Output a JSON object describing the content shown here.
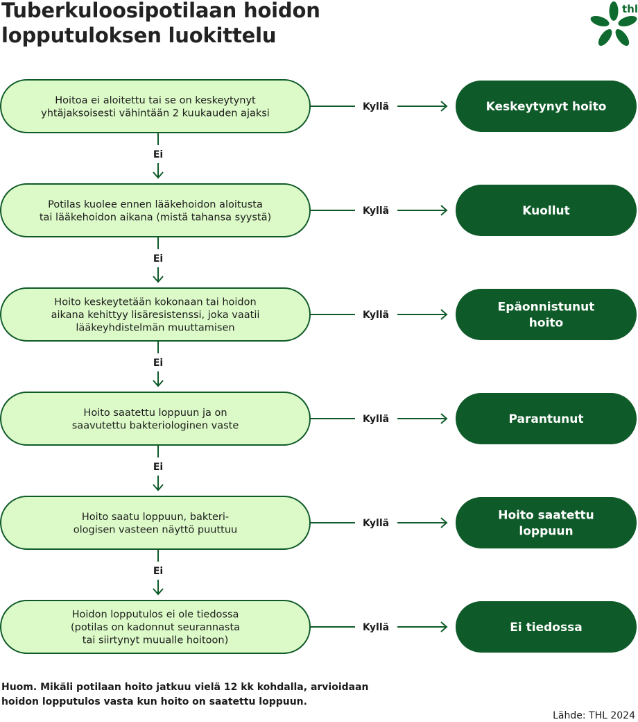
{
  "title_lines": [
    "Tuberkuloosipotilaan hoidon",
    "lopputuloksen luokittelu"
  ],
  "logo": {
    "text": "thl",
    "icon": "thl-leaf-logo-icon"
  },
  "colors": {
    "condition_fill": "#dcfac8",
    "condition_stroke": "#0e5a28",
    "outcome_fill": "#0e5a28",
    "arrow": "#0e5a28"
  },
  "yes_label": "Kyllä",
  "no_label": "Ei",
  "steps": [
    {
      "condition": [
        "Hoitoa ei aloitettu tai se on keskeytynyt",
        "yhtäjaksoisesti vähintään 2 kuukauden ajaksi"
      ],
      "outcome": [
        "Keskeytynyt hoito"
      ]
    },
    {
      "condition": [
        "Potilas kuolee ennen lääkehoidon aloitusta",
        "tai lääkehoidon aikana (mistä tahansa syystä)"
      ],
      "outcome": [
        "Kuollut"
      ]
    },
    {
      "condition": [
        "Hoito keskeytetään kokonaan tai hoidon",
        "aikana kehittyy lisäresistenssi, joka vaatii",
        "lääkeyhdistelmän muuttamisen"
      ],
      "outcome": [
        "Epäonnistunut",
        "hoito"
      ]
    },
    {
      "condition": [
        "Hoito saatettu loppuun ja on",
        "saavutettu bakteriologinen vaste"
      ],
      "outcome": [
        "Parantunut"
      ]
    },
    {
      "condition": [
        "Hoito saatu loppuun, bakteri-",
        "ologisen vasteen näyttö puuttuu"
      ],
      "outcome": [
        "Hoito saatettu",
        "loppuun"
      ]
    },
    {
      "condition": [
        "Hoidon lopputulos ei ole tiedossa",
        "(potilas on kadonnut seurannasta",
        "tai siirtynyt muualle hoitoon)"
      ],
      "outcome": [
        "Ei tiedossa"
      ]
    }
  ],
  "note_lines": [
    "Huom. Mikäli potilaan hoito jatkuu vielä 12 kk kohdalla, arvioidaan",
    "hoidon lopputulos vasta kun hoito on saatettu loppuun."
  ],
  "source": "Lähde: THL 2024"
}
